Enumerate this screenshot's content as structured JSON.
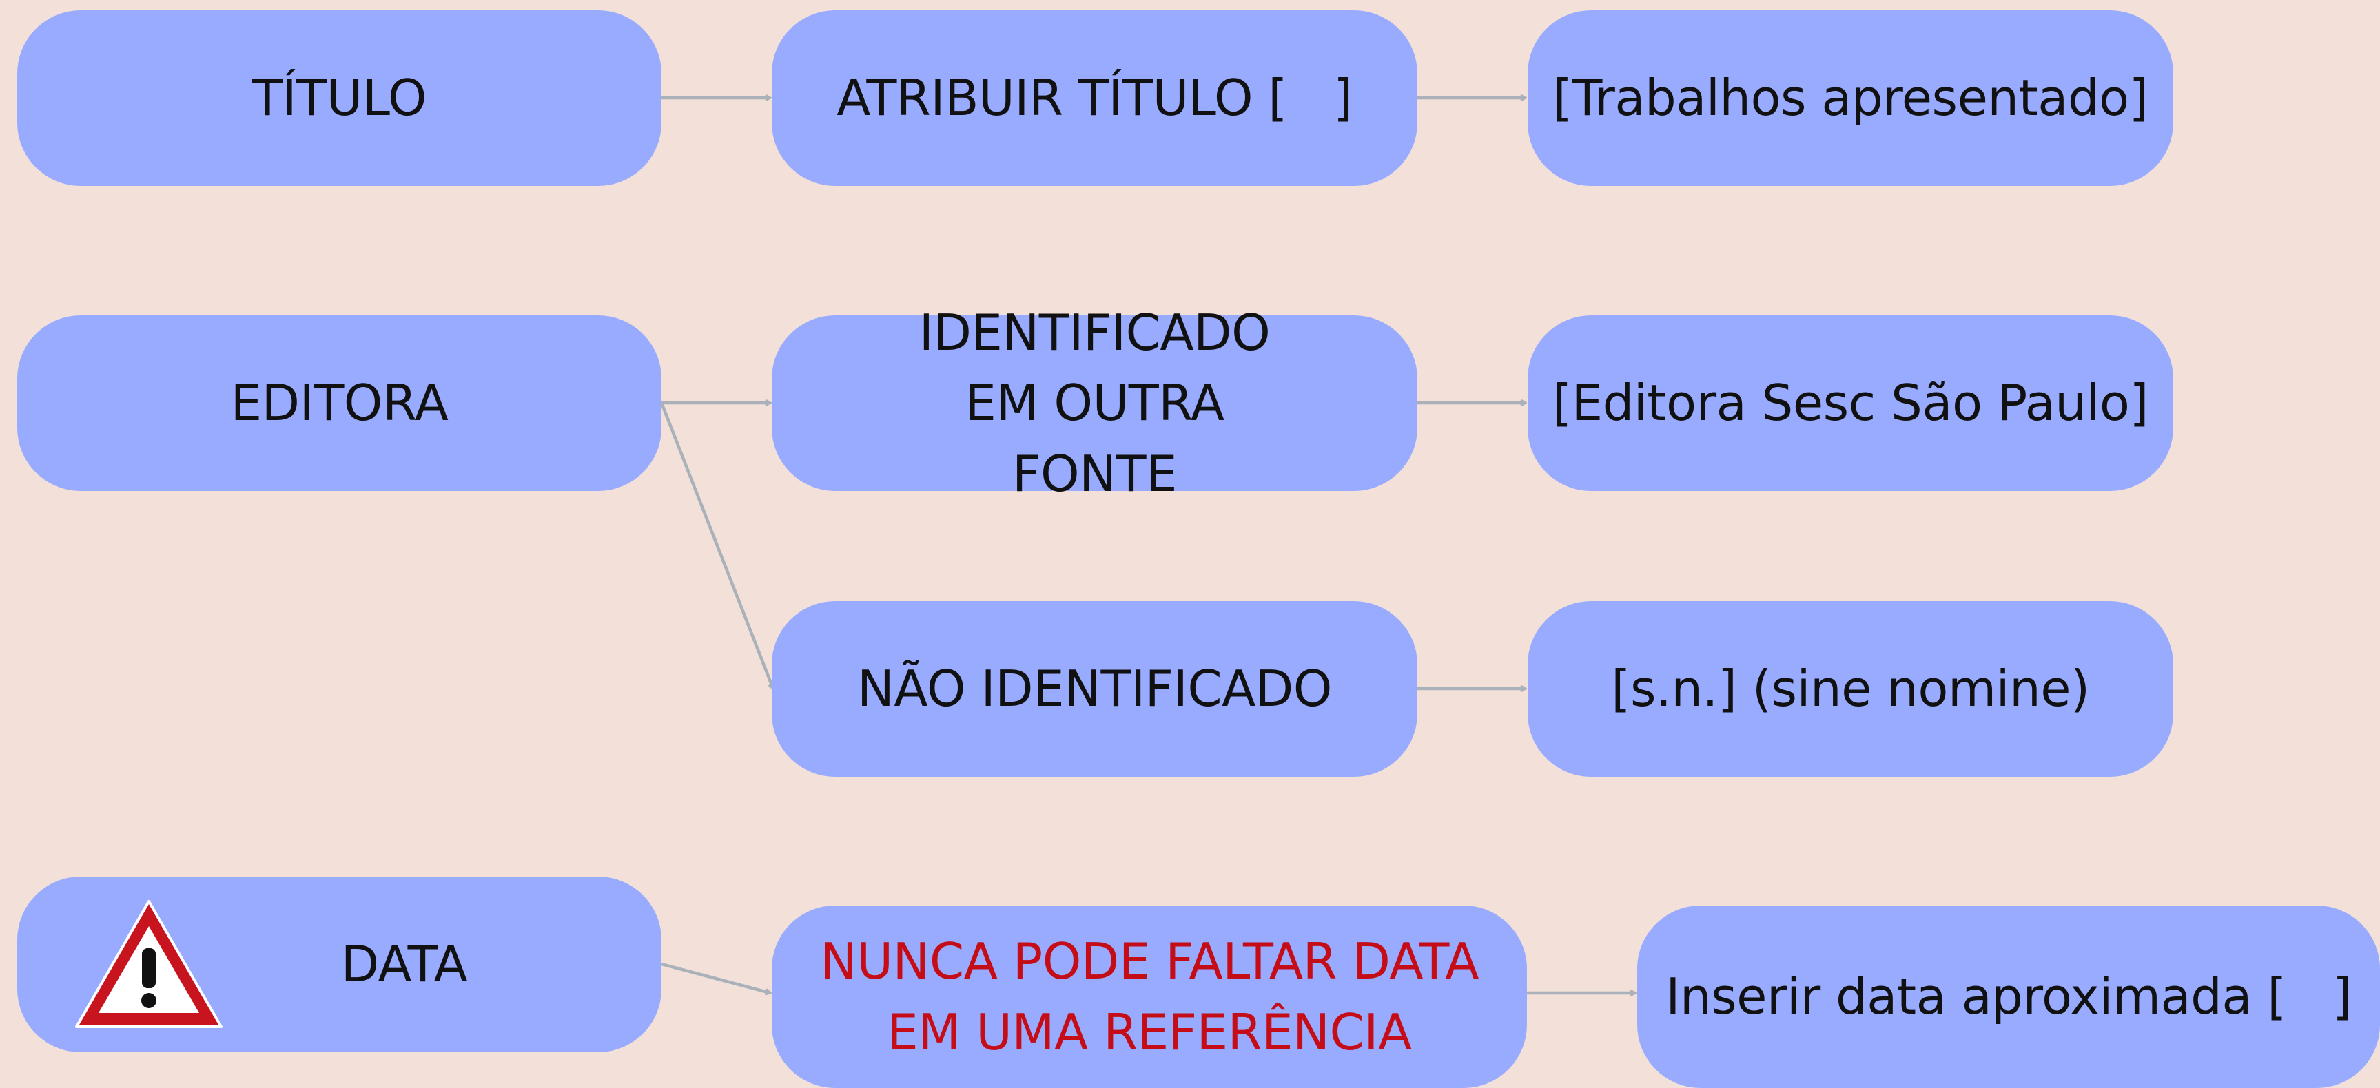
{
  "colors": {
    "background": "#f2e0d9",
    "node_fill": "#99abff",
    "connector": "#aab1b9",
    "text": "#111111",
    "warning_text": "#c50d18",
    "warning_icon_red": "#c8141e"
  },
  "rows": {
    "titulo": {
      "source": "TÍTULO",
      "rule": "ATRIBUIR TÍTULO [   ]",
      "example": "[Trabalhos apresentado]"
    },
    "editora": {
      "source": "EDITORA",
      "identified_rule": "IDENTIFICADO EM OUTRA FONTE",
      "identified_example": "[Editora Sesc São Paulo]",
      "unidentified_rule": "NÃO IDENTIFICADO",
      "unidentified_example": "[s.n.] (sine nomine)"
    },
    "data": {
      "source": "DATA",
      "icon": "warning-triangle-icon",
      "rule": "NUNCA PODE FALTAR DATA EM UMA REFERÊNCIA",
      "example": "Inserir data aproximada [   ]"
    }
  }
}
